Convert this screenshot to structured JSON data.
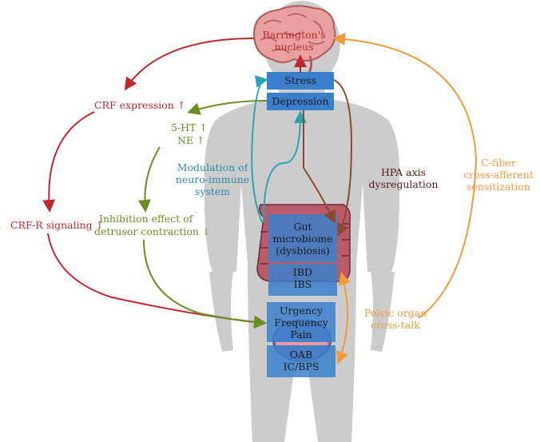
{
  "brain": {
    "line1": "Barrington's",
    "line2": "nucleus"
  },
  "boxes": {
    "stress": "Stress",
    "depression": "Depression",
    "gut_line1": "Gut",
    "gut_line2": "microbiome",
    "gut_line3": "(dysbiosis)",
    "ibd": "IBD",
    "ibs": "IBS",
    "urgency": "Urgency",
    "frequency": "Frequency",
    "pain": "Pain",
    "oab": "OAB",
    "icbps": "IC/BPS"
  },
  "left": {
    "crf_expression": "CRF expression ↑",
    "crf_r_signaling": "CRF-R signaling ↑",
    "ht5": "5-HT ↑",
    "ne": "NE ↑",
    "inhibition_line1": "Inhibition effect of",
    "inhibition_line2": "detrusor contraction ↓",
    "modulation_line1": "Modulation of",
    "modulation_line2": "neuro-immune",
    "modulation_line3": "system"
  },
  "right": {
    "hpa_line1": "HPA axis",
    "hpa_line2": "dysregulation",
    "cfiber_line1": "C-fiber",
    "cfiber_line2": "cross-afferent",
    "cfiber_line3": "sensitization",
    "pelvic_line1": "Pelvic organ",
    "pelvic_line2": "cross-talk"
  },
  "colors": {
    "red": "#c0282d",
    "green": "#6b8e23",
    "teal": "#2ba3b0",
    "brown": "#8b4a2b",
    "orange": "#f39a3d",
    "box": "#3a7fcc",
    "body": "#cccccc",
    "brain": "#e8a0a0",
    "colon": "#b85a68"
  }
}
